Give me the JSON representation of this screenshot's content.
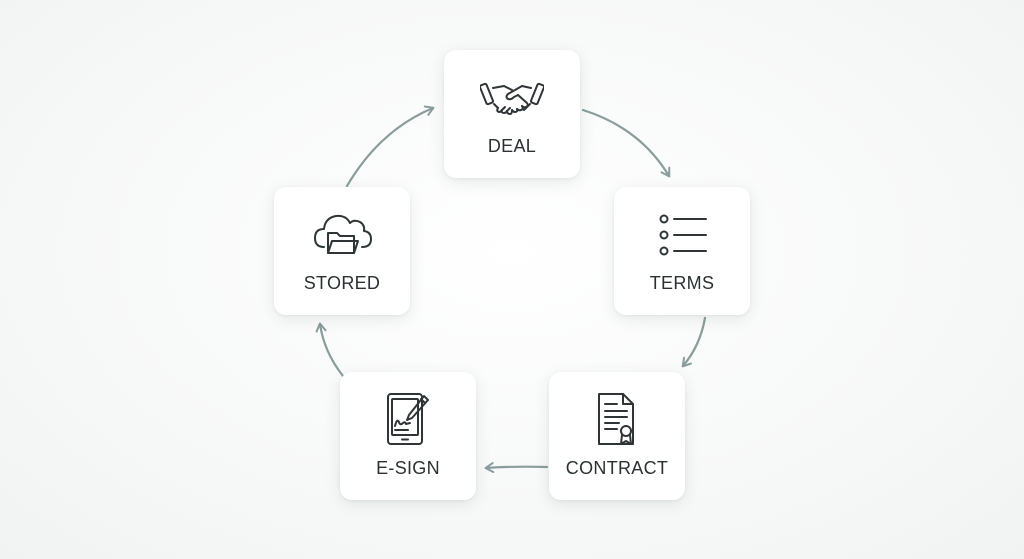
{
  "diagram": {
    "nodes": [
      {
        "id": "deal",
        "label": "DEAL",
        "icon": "handshake-icon"
      },
      {
        "id": "terms",
        "label": "TERMS",
        "icon": "checklist-icon"
      },
      {
        "id": "contract",
        "label": "CONTRACT",
        "icon": "certificate-document-icon"
      },
      {
        "id": "esign",
        "label": "E-SIGN",
        "icon": "tablet-signature-icon"
      },
      {
        "id": "stored",
        "label": "STORED",
        "icon": "cloud-folder-icon"
      }
    ],
    "edges": [
      {
        "from": "deal",
        "to": "terms"
      },
      {
        "from": "terms",
        "to": "contract"
      },
      {
        "from": "contract",
        "to": "esign"
      },
      {
        "from": "esign",
        "to": "stored"
      },
      {
        "from": "stored",
        "to": "deal"
      }
    ],
    "colors": {
      "arrow": "#8a9c9c",
      "icon_stroke": "#2f3537",
      "label": "#2b3133",
      "card": "#ffffff"
    }
  }
}
